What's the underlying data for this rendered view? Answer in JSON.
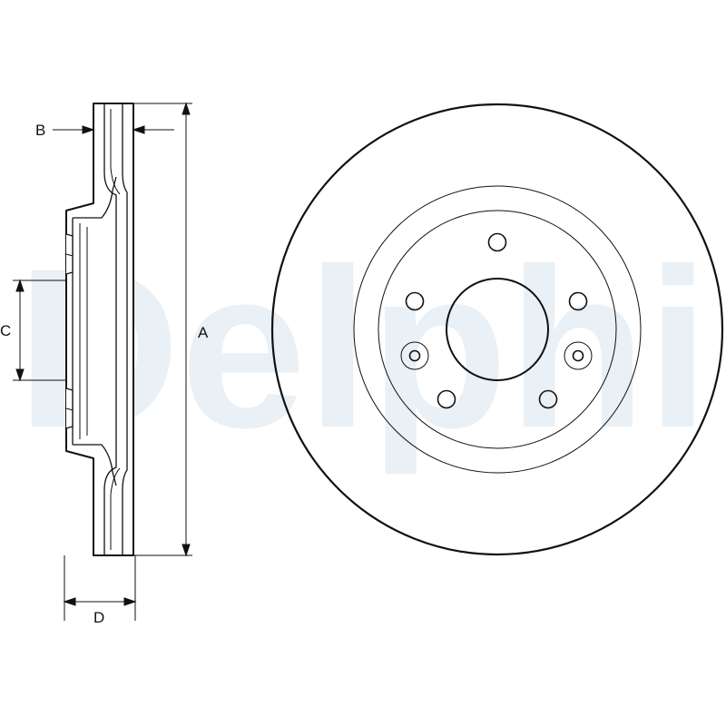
{
  "watermark": {
    "text": "Delphi",
    "color": "#e9f0f6"
  },
  "dimensions": {
    "a_label": "A",
    "b_label": "B",
    "c_label": "C",
    "d_label": "D"
  },
  "colors": {
    "line": "#111111",
    "fill": "#ffffff",
    "watermark": "#e9f0f6"
  }
}
